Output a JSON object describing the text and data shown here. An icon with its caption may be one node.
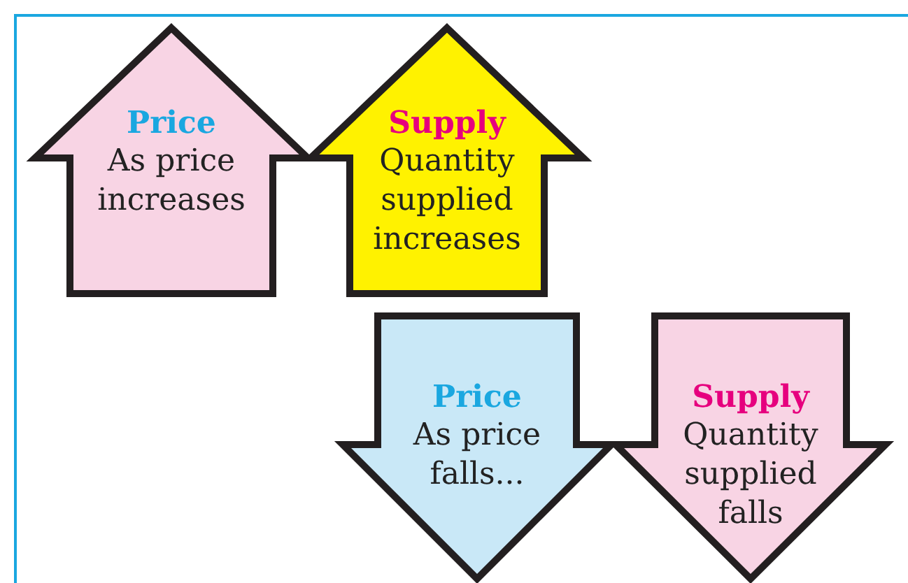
{
  "diagram": {
    "nodes": [
      {
        "text": [
          "Price",
          "As price increases"
        ]
      },
      {
        "text": [
          "Supply",
          "Quantity supplied increases"
        ]
      },
      {
        "text": [
          "Price",
          "As price falls..."
        ]
      },
      {
        "text": [
          "Supply",
          "Quantity supplied falls"
        ]
      }
    ]
  }
}
